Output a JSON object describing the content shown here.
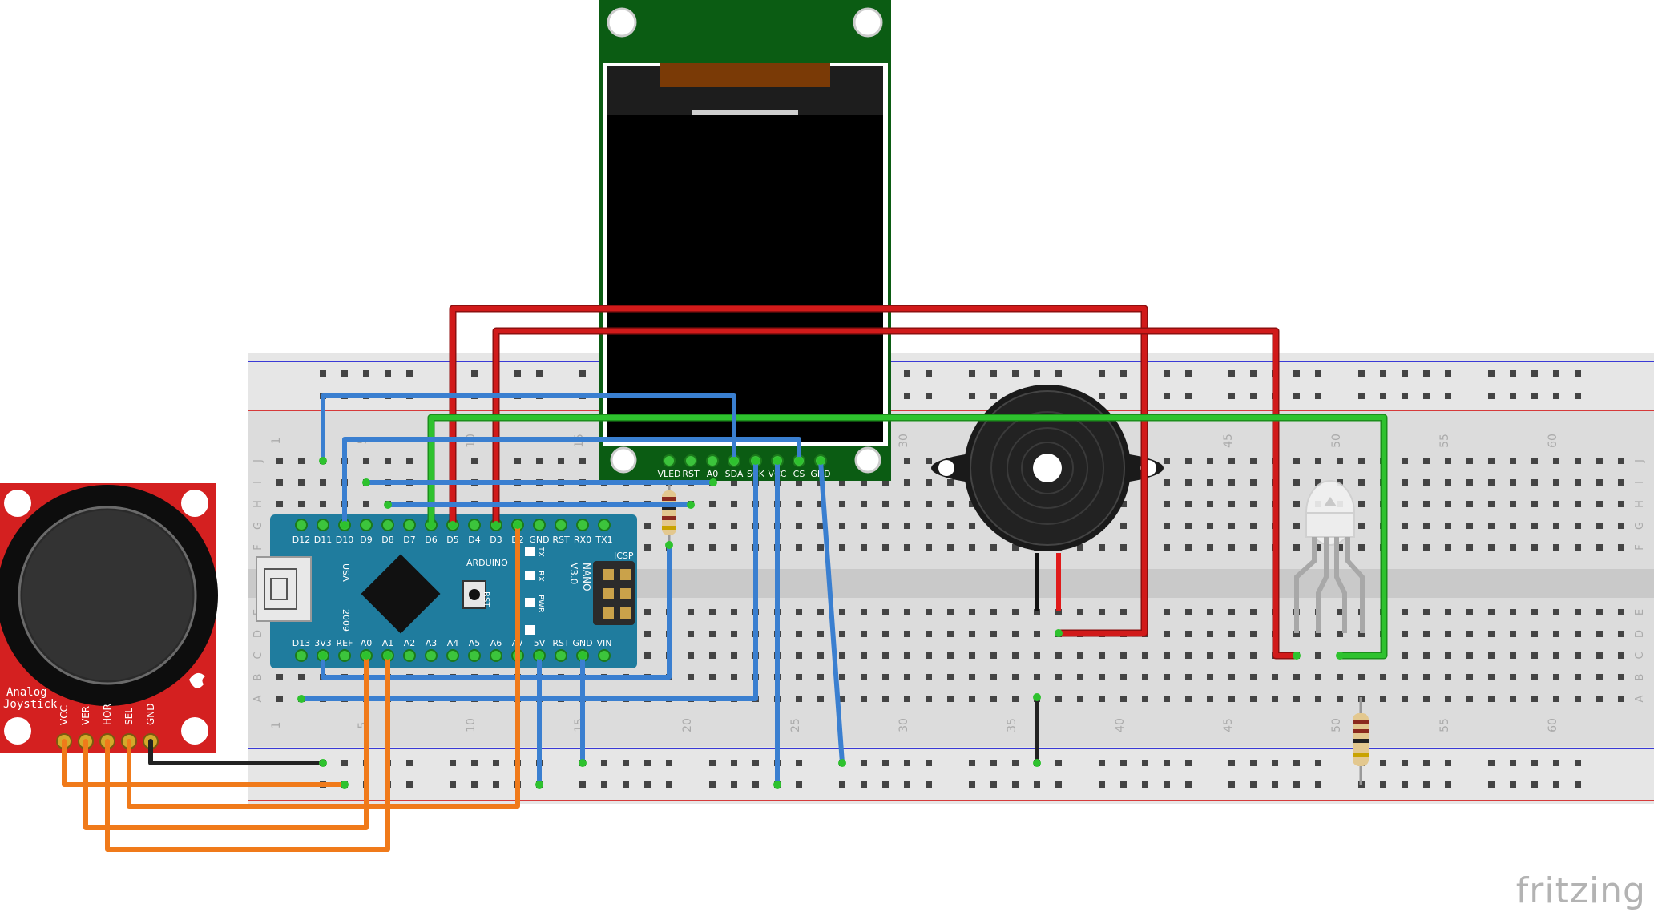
{
  "brand": "fritzing",
  "breadboard": {
    "column_numbers": [
      "1",
      "5",
      "10",
      "15",
      "20",
      "25",
      "30",
      "35",
      "40",
      "45",
      "50",
      "55",
      "60"
    ],
    "row_letters": [
      "A",
      "B",
      "C",
      "D",
      "E",
      "F",
      "G",
      "H",
      "I",
      "J"
    ]
  },
  "tft_display": {
    "pins": [
      "VLED",
      "RST",
      "A0",
      "SDA",
      "SCK",
      "VCC",
      "CS",
      "GND"
    ]
  },
  "arduino": {
    "top_pins": [
      "D12",
      "D11",
      "D10",
      "D9",
      "D8",
      "D7",
      "D6",
      "D5",
      "D4",
      "D3",
      "D2",
      "GND",
      "RST",
      "RX0",
      "TX1"
    ],
    "bottom_pins": [
      "D13",
      "3V3",
      "REF",
      "A0",
      "A1",
      "A2",
      "A3",
      "A4",
      "A5",
      "A6",
      "A7",
      "5V",
      "RST",
      "GND",
      "VIN"
    ],
    "model_text": [
      "ARDUINO",
      "NANO",
      "V3.0"
    ],
    "usa_text": "USA",
    "year_text": "2009",
    "rst_text": "RST",
    "icsp_text": "ICSP",
    "led_labels": [
      "TX",
      "RX",
      "PWR",
      "L"
    ]
  },
  "joystick": {
    "title": [
      "Analog",
      "Joystick"
    ],
    "pins": [
      "VCC",
      "VER",
      "HOR",
      "SEL",
      "GND"
    ]
  },
  "colors": {
    "red_wire": "#d11a1a",
    "blue_wire": "#3a7fd0",
    "green_wire": "#2ec22e",
    "orange_wire": "#f07a1a",
    "black_wire": "#222222",
    "arduino_board": "#1f7c9e",
    "tft_pcb": "#0b5c13",
    "joystick_pcb": "#d42020"
  }
}
